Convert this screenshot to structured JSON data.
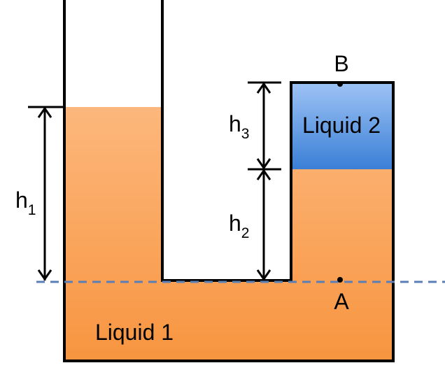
{
  "labels": {
    "point_b": "B",
    "point_a": "A",
    "liquid_1": "Liquid 1",
    "liquid_2": "Liquid 2",
    "h1": {
      "letter": "h",
      "subscript": "1"
    },
    "h2": {
      "letter": "h",
      "subscript": "2"
    },
    "h3": {
      "letter": "h",
      "subscript": "3"
    }
  },
  "colors": {
    "liquid_1_top": "#fdb77c",
    "liquid_1_bottom": "#f79540",
    "liquid_2_top": "#9ec3f5",
    "liquid_2_bottom": "#3a7fd6",
    "reference_line": "#5b7fb5",
    "outline": "#000000"
  }
}
